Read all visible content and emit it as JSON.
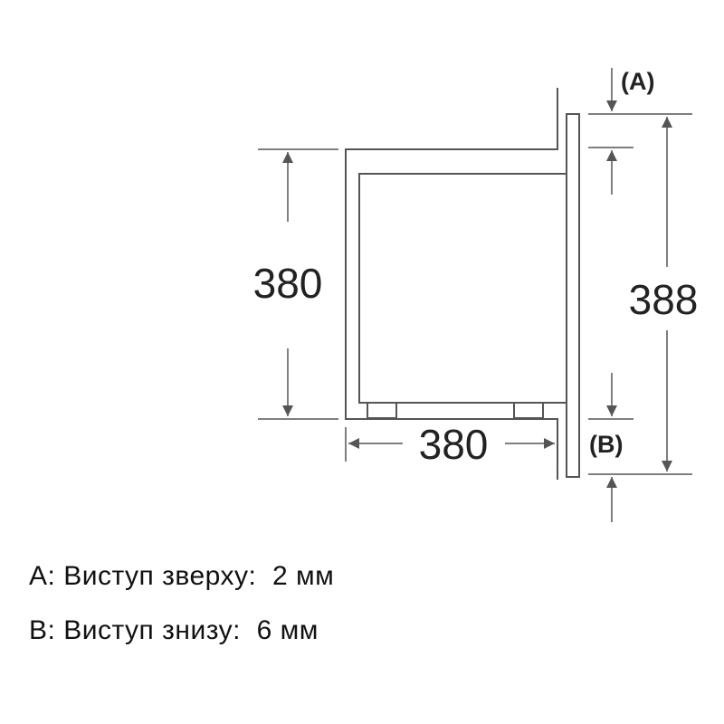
{
  "diagram": {
    "height_value": "380",
    "width_value": "380",
    "total_height_value": "388",
    "label_a": "(A)",
    "label_b": "(B)"
  },
  "legend": {
    "a": {
      "key": "A:",
      "text": "Виступ зверху:",
      "value": "2 мм"
    },
    "b": {
      "key": "B:",
      "text": "Виступ знизу:",
      "value": "6 мм"
    }
  },
  "colors": {
    "line": "#555555",
    "text": "#222222",
    "background": "#ffffff"
  }
}
